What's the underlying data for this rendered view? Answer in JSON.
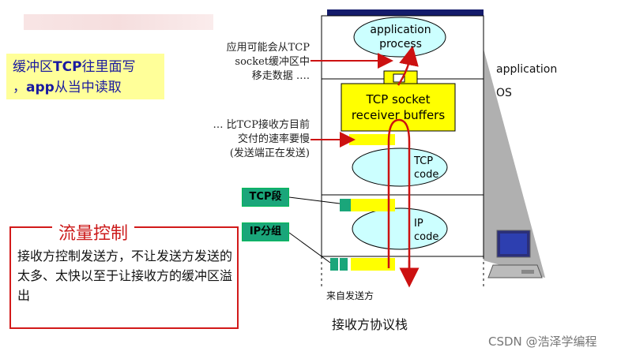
{
  "note_text_prefix": "缓冲区",
  "note_text_tcp": "TCP",
  "note_text_suffix": "往里面写",
  "note_line2_prefix": "，",
  "note_line2_app": "app",
  "note_line2_suffix": "从当中读取",
  "annotation_top": [
    "应用可能会从TCP",
    "socket缓冲区中",
    "移走数据 …."
  ],
  "annotation_mid": [
    "… 比TCP接收方目前",
    "交付的速率要慢",
    "(发送端正在发送)"
  ],
  "app_process": [
    "application",
    "process"
  ],
  "tcp_buffer": [
    "TCP socket",
    "receiver buffers"
  ],
  "tcp_code": [
    "TCP",
    "code"
  ],
  "ip_code": [
    "IP",
    "code"
  ],
  "layer_application": "application",
  "layer_os": "OS",
  "tag_tcp": "TCP段",
  "tag_ip": "IP分组",
  "flow_control_title": "流量控制",
  "flow_control_body": "接收方控制发送方，不让发送方发送的太多、太快以至于让接收方的缓冲区溢出",
  "from_sender": "来自发送方",
  "stack_caption": "接收方协议栈",
  "watermark": "CSDN @浩泽学编程",
  "colors": {
    "buffer_yellow": "#ffff00",
    "oval_cyan": "#ccffff",
    "arrow_red": "#cc1111",
    "tag_green": "#1aa67a",
    "frame_red": "#d21a1a"
  }
}
